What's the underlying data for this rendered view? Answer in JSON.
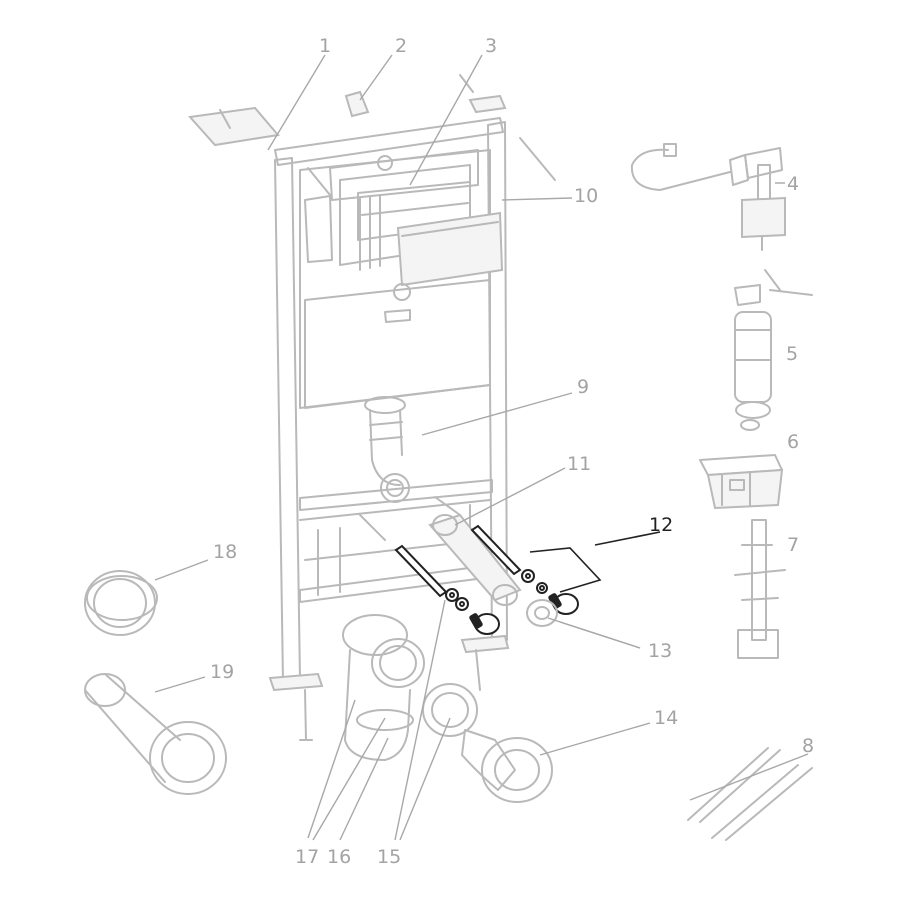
{
  "callouts": [
    {
      "id": "1",
      "label": "1",
      "highlight": false
    },
    {
      "id": "2",
      "label": "2",
      "highlight": false
    },
    {
      "id": "3",
      "label": "3",
      "highlight": false
    },
    {
      "id": "4",
      "label": "4",
      "highlight": false
    },
    {
      "id": "5",
      "label": "5",
      "highlight": false
    },
    {
      "id": "6",
      "label": "6",
      "highlight": false
    },
    {
      "id": "7",
      "label": "7",
      "highlight": false
    },
    {
      "id": "8",
      "label": "8",
      "highlight": false
    },
    {
      "id": "9",
      "label": "9",
      "highlight": false
    },
    {
      "id": "10",
      "label": "10",
      "highlight": false
    },
    {
      "id": "11",
      "label": "11",
      "highlight": false
    },
    {
      "id": "12",
      "label": "12",
      "highlight": true
    },
    {
      "id": "13",
      "label": "13",
      "highlight": false
    },
    {
      "id": "14",
      "label": "14",
      "highlight": false
    },
    {
      "id": "15",
      "label": "15",
      "highlight": false
    },
    {
      "id": "16",
      "label": "16",
      "highlight": false
    },
    {
      "id": "17",
      "label": "17",
      "highlight": false
    },
    {
      "id": "18",
      "label": "18",
      "highlight": false
    },
    {
      "id": "19",
      "label": "19",
      "highlight": false
    }
  ],
  "colors": {
    "part_line": "#b9b9b9",
    "highlight_line": "#222222",
    "callout_text": "#a3a3a3",
    "background": "#ffffff"
  }
}
